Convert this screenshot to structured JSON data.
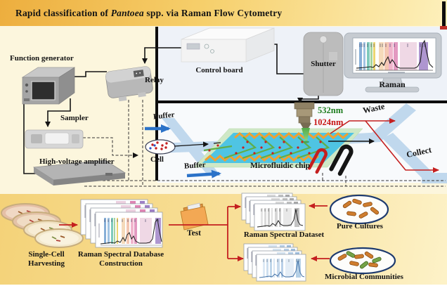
{
  "title": {
    "prefix": "Rapid classification of ",
    "italic": "Pantoea",
    "suffix": " spp. via Raman Flow Cytometry"
  },
  "instruments": {
    "function_generator": "Function generator",
    "relay": "Relay",
    "sampler": "Sampler",
    "high_voltage_amplifier": "High-voltage amplifier",
    "control_board": "Control board",
    "shutter": "Shutter",
    "raman_monitor": "Raman"
  },
  "flow_cell": {
    "buffer_top": "Buffer",
    "buffer_bottom": "Buffer",
    "cell": "Cell",
    "microfluidic_chip": "Microfluidic chip",
    "laser_excitation": "532nm",
    "laser_trapping": "1024nm",
    "waste": "Waste",
    "collect": "Collect"
  },
  "workflow": {
    "single_cell_harvesting": "Single-Cell Harvesting",
    "database_construction": "Raman Spectral Database Construction",
    "test": "Test",
    "spectral_dataset": "Raman Spectral Dataset",
    "pure_cultures": "Pure Cultures",
    "microbial_communities": "Microbial Communities"
  },
  "colors": {
    "laser_green_text": "#1f7d1f",
    "laser_red_text": "#c81616",
    "arrow_red": "#c41f1f",
    "flow_channel_blue": "#b9d4ec",
    "buffer_arrow_blue": "#2b72c8",
    "banner_gold": "#f0b545",
    "chip_cyan": "#4fc4e3",
    "chip_channel_green": "#5fae4a",
    "electrode_orange": "#f0a030",
    "panel_cream": "#fcf6dd",
    "panel_blue": "#eef2f8"
  }
}
